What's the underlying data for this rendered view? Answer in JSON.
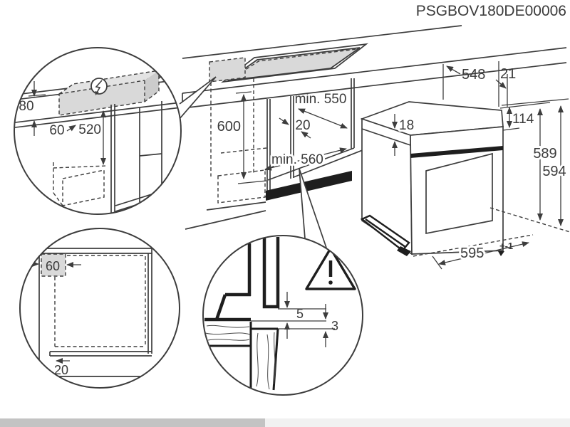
{
  "window": {
    "title": "PSGBOV180DE00006"
  },
  "diagram": {
    "detail_electrical_connection": {
      "icon": "lightning-bolt-circle-icon",
      "panel_thickness_80": "80",
      "offset_60": "60",
      "height_520": "520"
    },
    "cabinet_niche": {
      "niche_height_600": "600",
      "niche_depth_min": "min. 550",
      "side_gap_20": "20",
      "niche_width_min": "min. 560"
    },
    "oven": {
      "body_width_548": "548",
      "clearance_21": "21",
      "control_panel_height_114": "114",
      "worktop_thickness_18": "18",
      "height_589": "589",
      "height_594": "594",
      "front_width_595": "595",
      "front_width_tolerance": "+-1"
    },
    "detail_side_view": {
      "rear_offset_60": "60",
      "plinth_recess_20": "20"
    },
    "detail_door_gap": {
      "icon": "warning-triangle-icon",
      "gap_5": "5",
      "gap_3": "3"
    }
  }
}
